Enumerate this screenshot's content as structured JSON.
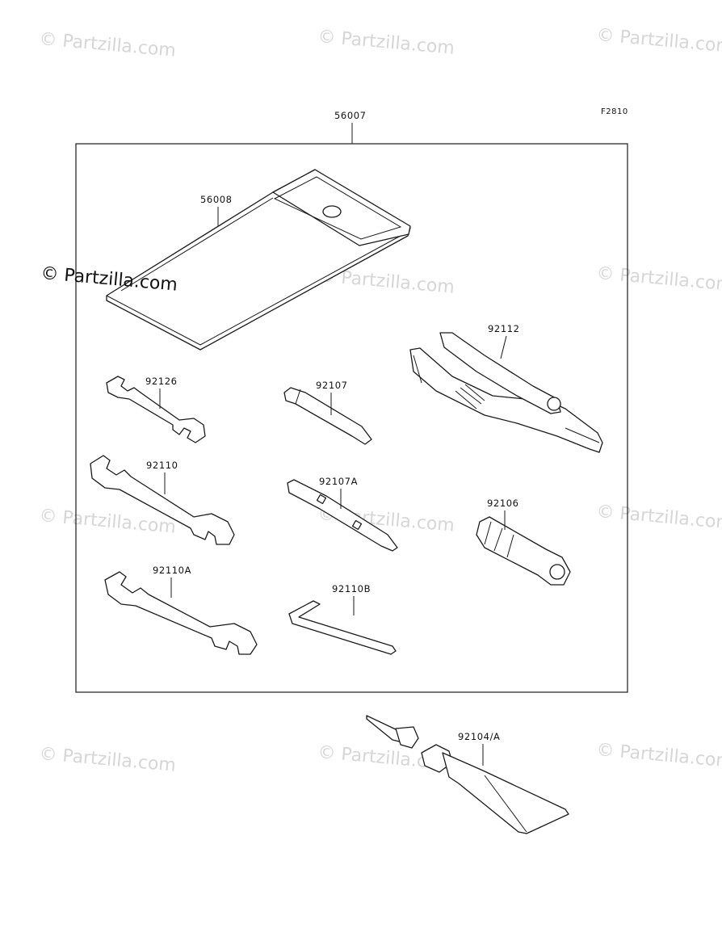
{
  "figure_code": "F2810",
  "frame_label": "56007",
  "parts": [
    {
      "id": "tool-bag",
      "number": "56008"
    },
    {
      "id": "pliers",
      "number": "92112"
    },
    {
      "id": "wrench-small",
      "number": "92126"
    },
    {
      "id": "screwdriver-bit",
      "number": "92107"
    },
    {
      "id": "wrench-medium",
      "number": "92110"
    },
    {
      "id": "screwdriver-blade",
      "number": "92107A"
    },
    {
      "id": "handle",
      "number": "92106"
    },
    {
      "id": "wrench-large",
      "number": "92110A"
    },
    {
      "id": "hex-key",
      "number": "92110B"
    },
    {
      "id": "grease-tube",
      "number": "92104/A"
    }
  ],
  "watermark": {
    "text": "© Partzilla.com",
    "color": "#d6d6d6"
  }
}
